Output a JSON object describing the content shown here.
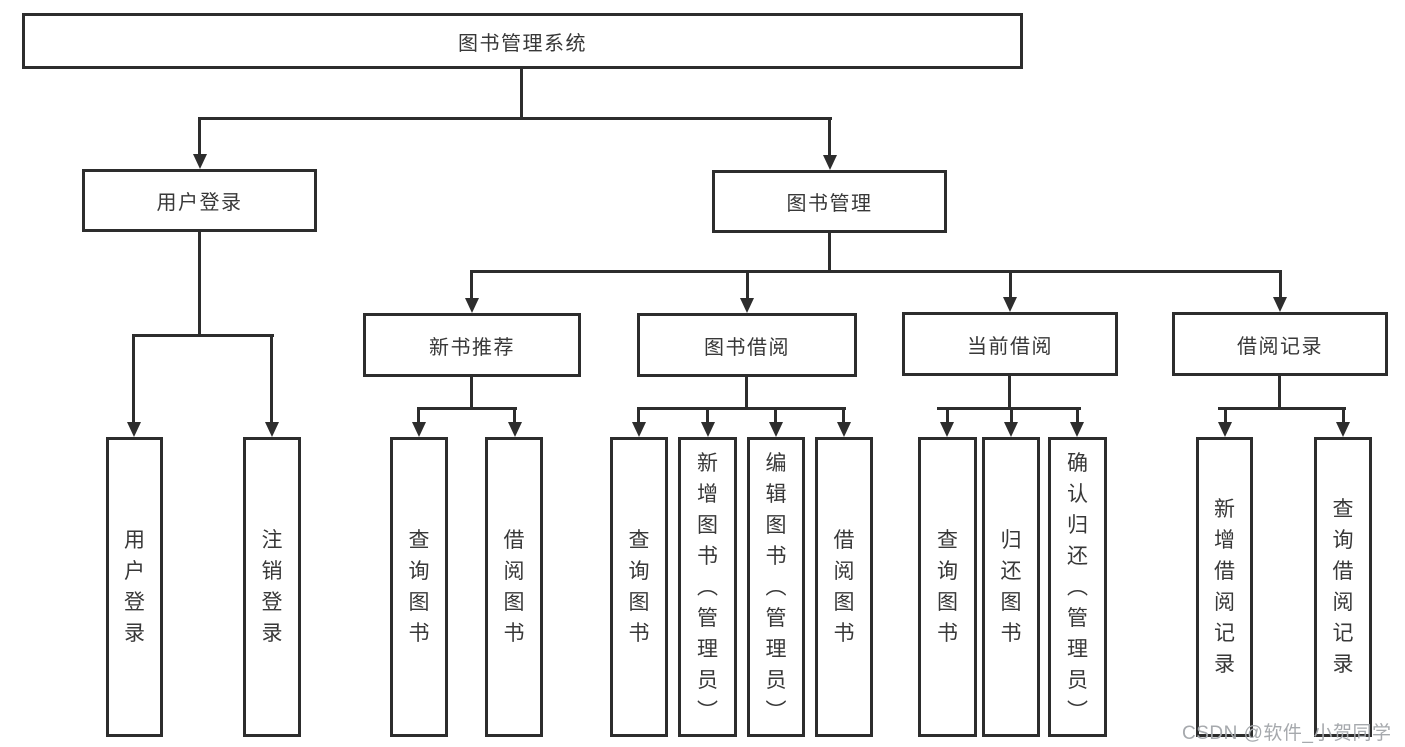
{
  "tree": {
    "label": "图书管理系统",
    "children": [
      {
        "label": "用户登录",
        "children": [
          {
            "label": "用户登录"
          },
          {
            "label": "注销登录"
          }
        ]
      },
      {
        "label": "图书管理",
        "children": [
          {
            "label": "新书推荐",
            "children": [
              {
                "label": "查询图书"
              },
              {
                "label": "借阅图书"
              }
            ]
          },
          {
            "label": "图书借阅",
            "children": [
              {
                "label": "查询图书"
              },
              {
                "label": "新增图书（管理员）"
              },
              {
                "label": "编辑图书（管理员）"
              },
              {
                "label": "借阅图书"
              }
            ]
          },
          {
            "label": "当前借阅",
            "children": [
              {
                "label": "查询图书"
              },
              {
                "label": "归还图书"
              },
              {
                "label": "确认归还（管理员）"
              }
            ]
          },
          {
            "label": "借阅记录",
            "children": [
              {
                "label": "新增借阅记录"
              },
              {
                "label": "查询借阅记录"
              }
            ]
          }
        ]
      }
    ]
  },
  "colors": {
    "line": "#2d2d2d",
    "text": "#383838",
    "watermark_gray": "#a6a9ad"
  },
  "watermark": {
    "text": "CSDN @软件_小贺同学"
  }
}
